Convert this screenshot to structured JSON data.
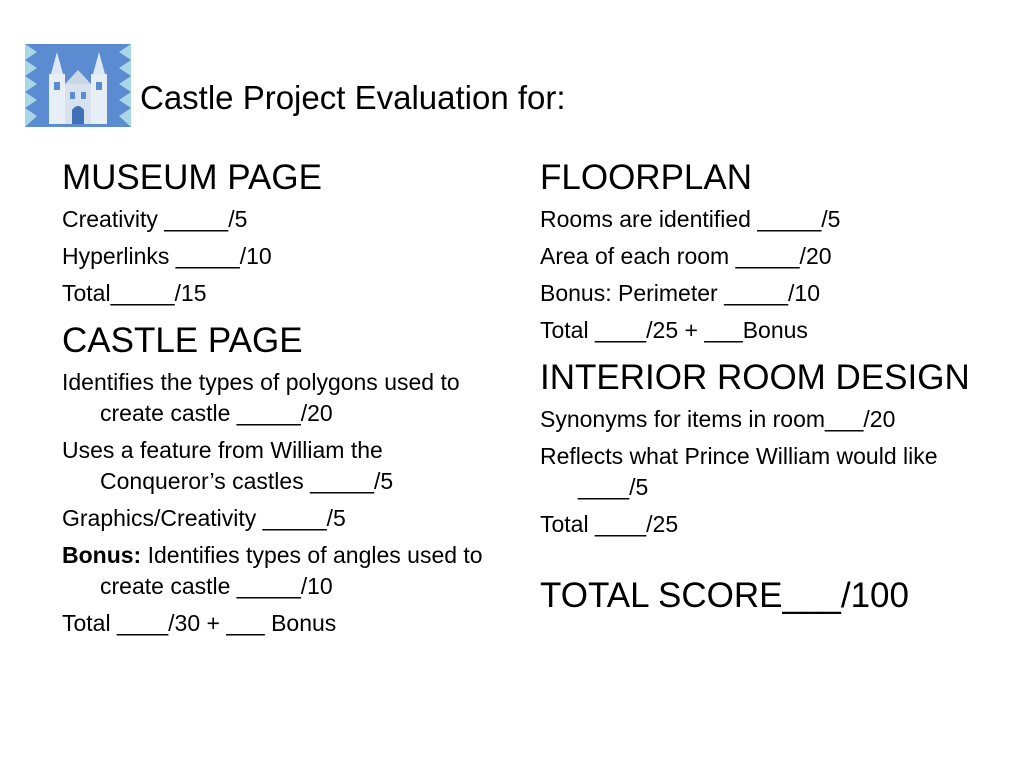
{
  "colors": {
    "logo_bg": "#5b8bd0",
    "logo_accent": "#a9d7e8"
  },
  "icons": {
    "logo": "castle-icon"
  },
  "title": "Castle Project Evaluation for:",
  "left": {
    "museum_heading": "MUSEUM PAGE",
    "museum_items": [
      "Creativity _____/5",
      "Hyperlinks _____/10",
      "Total_____/15"
    ],
    "castle_heading": "CASTLE PAGE",
    "castle_items": [
      "Identifies the types of polygons used to create castle _____/20",
      "Uses a feature from William the Conqueror’s castles _____/5",
      "Graphics/Creativity _____/5"
    ],
    "bonus_label": "Bonus:",
    "bonus_text": " Identifies types of angles used to create castle _____/10",
    "castle_total": "Total ____/30 + ___ Bonus"
  },
  "right": {
    "floorplan_heading": "FLOORPLAN",
    "floorplan_items": [
      "Rooms are identified _____/5",
      "Area of each room _____/20",
      "Bonus: Perimeter  _____/10",
      "Total ____/25  + ___Bonus"
    ],
    "interior_heading": "INTERIOR ROOM DESIGN",
    "interior_items": [
      "Synonyms for items in room___/20",
      "Reflects what Prince William would like  ____/5",
      "Total ____/25"
    ],
    "total_score": "TOTAL SCORE___/100"
  }
}
